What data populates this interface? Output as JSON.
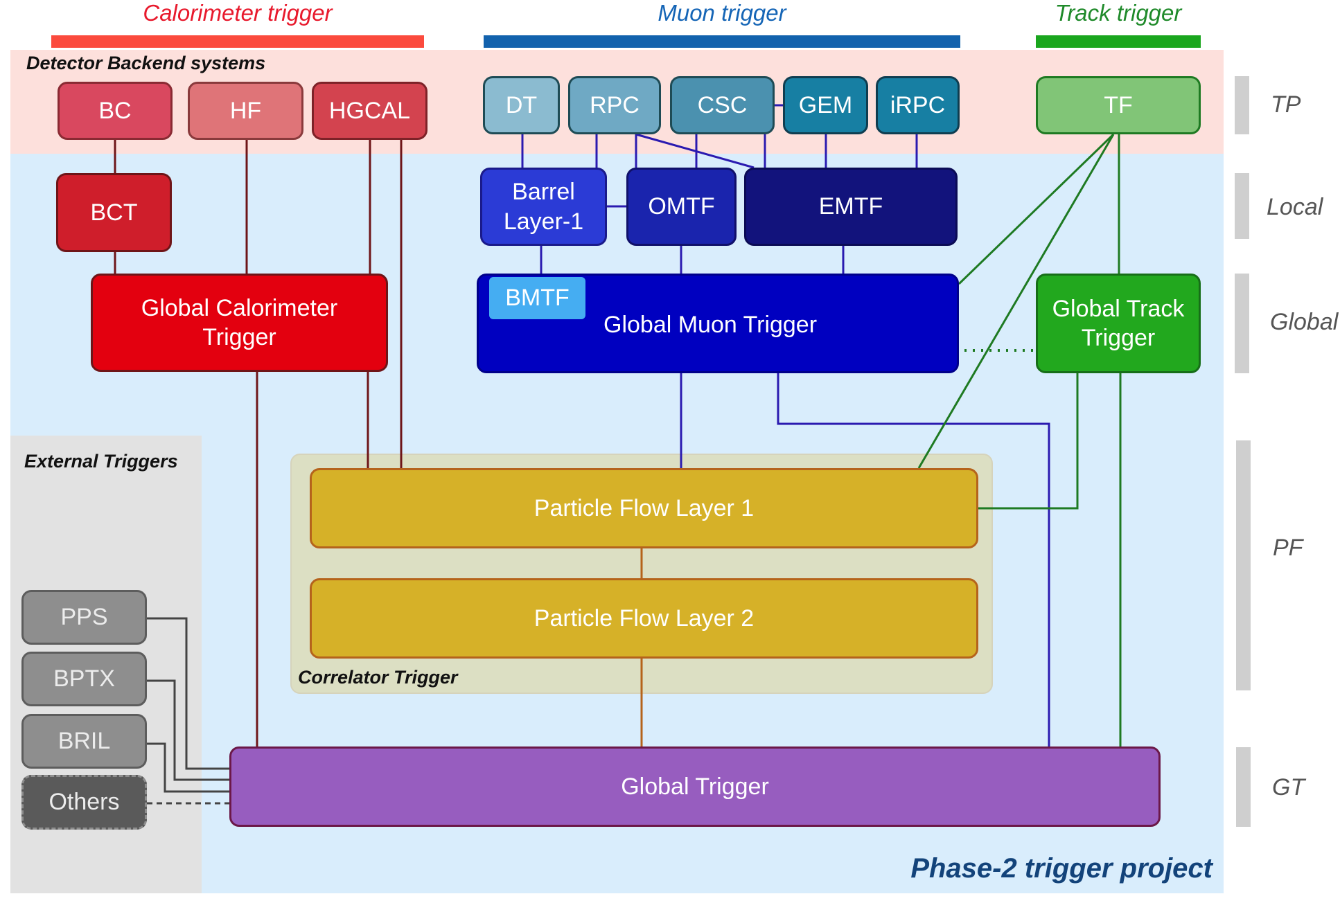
{
  "title": "Phase-2 trigger project",
  "headers": {
    "calorimeter": {
      "label": "Calorimeter trigger",
      "color": "#e8192c",
      "bar_color": "#fb4a3d"
    },
    "muon": {
      "label": "Muon trigger",
      "color": "#1565b6",
      "bar_color": "#1262ad"
    },
    "track": {
      "label": "Track trigger",
      "color": "#1f8a2a",
      "bar_color": "#1aa61e"
    }
  },
  "groups": {
    "detector_backend": "Detector Backend systems",
    "external_triggers": "External Triggers",
    "correlator_trigger": "Correlator Trigger"
  },
  "nodes": {
    "bc": {
      "label": "BC",
      "color": "#d9485f"
    },
    "hf": {
      "label": "HF",
      "color": "#df7478"
    },
    "hgcal": {
      "label": "HGCAL",
      "color": "#d3434f"
    },
    "bct": {
      "label": "BCT",
      "color": "#cf1e2b"
    },
    "gct": {
      "label": "Global Calorimeter Trigger",
      "color": "#e3000f"
    },
    "dt": {
      "label": "DT",
      "color": "#8bbbd0"
    },
    "rpc": {
      "label": "RPC",
      "color": "#6fa9c4"
    },
    "csc": {
      "label": "CSC",
      "color": "#4b91af"
    },
    "gem": {
      "label": "GEM",
      "color": "#177fa3"
    },
    "irpc": {
      "label": "iRPC",
      "color": "#177fa3"
    },
    "tf": {
      "label": "TF",
      "color": "#81c577"
    },
    "barrel_layer1": {
      "label": "Barrel Layer-1",
      "color": "#2b3bd6"
    },
    "omtf": {
      "label": "OMTF",
      "color": "#1a24ad"
    },
    "emtf": {
      "label": "EMTF",
      "color": "#12137c"
    },
    "gmt": {
      "label": "Global Muon Trigger",
      "color": "#0000c0"
    },
    "bmtf": {
      "label": "BMTF",
      "color": "#45adf2"
    },
    "gtt": {
      "label": "Global Track Trigger",
      "color": "#22a81e"
    },
    "pf1": {
      "label": "Particle Flow Layer 1",
      "color": "#d6b128"
    },
    "pf2": {
      "label": "Particle Flow Layer 2",
      "color": "#d6b128"
    },
    "gt": {
      "label": "Global Trigger",
      "color": "#975dbf"
    },
    "pps": {
      "label": "PPS",
      "color": "#8e8e8e"
    },
    "bptx": {
      "label": "BPTX",
      "color": "#8e8e8e"
    },
    "bril": {
      "label": "BRIL",
      "color": "#8e8e8e"
    },
    "others": {
      "label": "Others",
      "color": "#5a5a5a"
    }
  },
  "levels": [
    {
      "label": "TP"
    },
    {
      "label": "Local"
    },
    {
      "label": "Global"
    },
    {
      "label": "PF"
    },
    {
      "label": "GT"
    }
  ]
}
